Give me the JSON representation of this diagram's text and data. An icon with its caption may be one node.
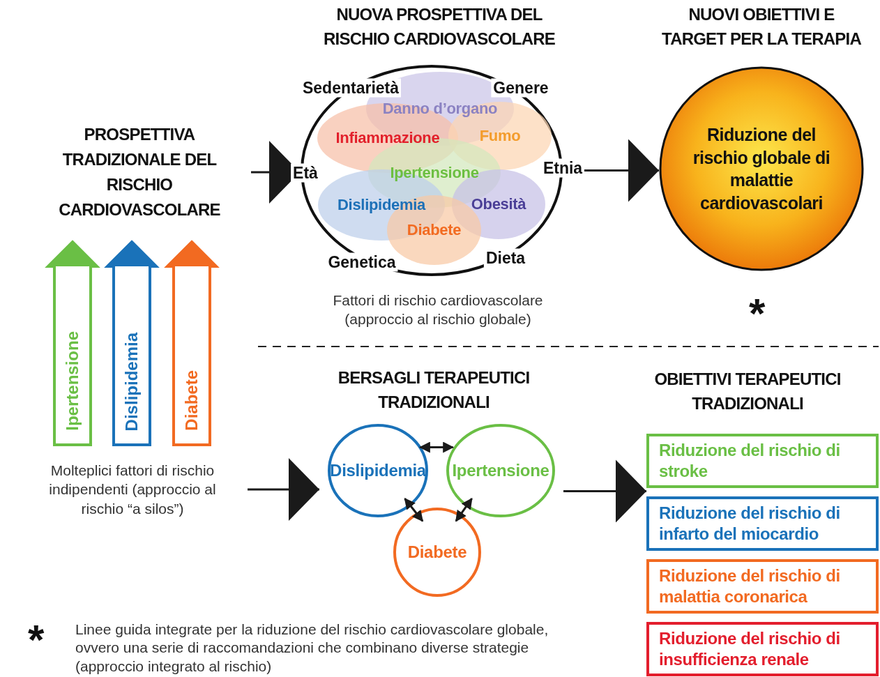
{
  "diagram": {
    "nodes": [
      {
        "text": [
          "PROSPETTIVA TRADIZIONALE DEL RISCHIO CARDIOVASCOLARE"
        ]
      },
      {
        "text": [
          "Sedentarietà",
          "Genere",
          "Età",
          "Etnia",
          "Genetica",
          "Dieta"
        ],
        "beside": [
          "Fattori di rischio cardiovascolare (approccio al rischio globale)"
        ]
      },
      {
        "text": [
          "Danno d’organo"
        ],
        "in": 1
      },
      {
        "text": [
          "Infiammazione"
        ],
        "in": 1
      },
      {
        "text": [
          "Fumo"
        ],
        "in": 1
      },
      {
        "text": [
          "Ipertensione"
        ],
        "in": 1
      },
      {
        "text": [
          "Dislipidemia"
        ],
        "in": 1
      },
      {
        "text": [
          "Obesità"
        ],
        "in": 1
      },
      {
        "text": [
          "Diabete"
        ],
        "in": 1
      },
      {
        "text": [
          "Riduzione del rischio globale di malattie cardiovascolari"
        ]
      },
      {
        "text": [
          "Ipertensione"
        ]
      },
      {
        "text": [
          "Dislipidemia"
        ]
      },
      {
        "text": [
          "Diabete"
        ]
      },
      {
        "text": [
          "Molteplici fattori di rischio indipendenti (approccio al rischio “a silos”)"
        ]
      },
      {
        "text": [
          "Dislipidemia"
        ]
      },
      {
        "text": [
          "Ipertensione"
        ]
      },
      {
        "text": [
          "Diabete"
        ]
      },
      {
        "text": [
          "Riduzione del rischio di stroke"
        ]
      },
      {
        "text": [
          "Riduzione del rischio di infarto del miocardio"
        ]
      },
      {
        "text": [
          "Riduzione del rischio di malattia coronarica"
        ]
      },
      {
        "text": [
          "Riduzione del rischio di insufficienza renale"
        ]
      }
    ],
    "edges": [
      {
        "from": 0,
        "to": 1,
        "arrow": "to"
      },
      {
        "from": 1,
        "to": 9,
        "arrow": "to"
      },
      {
        "from": 13,
        "to": 14,
        "arrow": "to"
      },
      {
        "from": 15,
        "to": 17,
        "arrow": "to"
      },
      {
        "from": 14,
        "to": 15,
        "arrow": "both"
      },
      {
        "from": 14,
        "to": 16,
        "arrow": "both"
      },
      {
        "from": 15,
        "to": 16,
        "arrow": "both"
      }
    ],
    "labels": [
      "NUOVA PROSPETTIVA DEL RISCHIO CARDIOVASCOLARE",
      "NUOVI OBIETTIVI E TARGET PER LA TERAPIA",
      "*",
      "BERSAGLI TERAPEUTICI TRADIZIONALI",
      "OBIETTIVI TERAPEUTICI TRADIZIONALI",
      "*",
      "Linee guida integrate per la riduzione del rischio cardiovascolare globale, ovvero una serie di raccomandazioni che combinano diverse strategie (approccio integrato al rischio)"
    ]
  }
}
